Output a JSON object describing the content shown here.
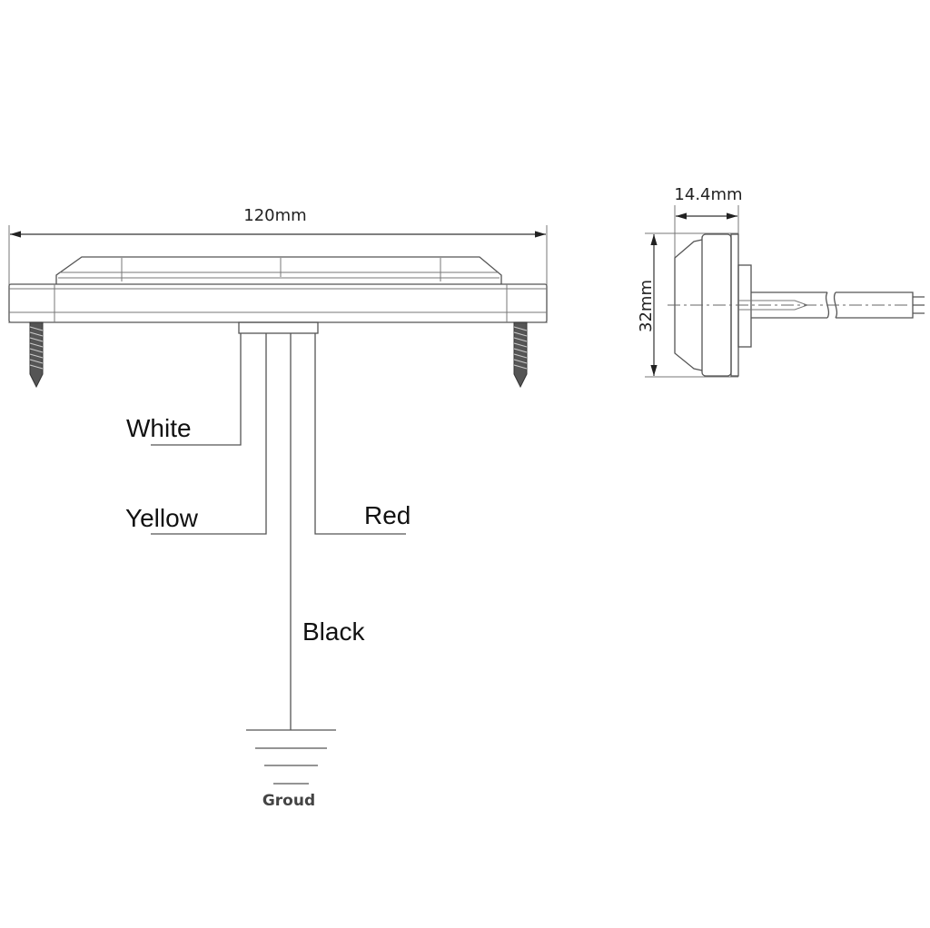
{
  "front_view": {
    "width_dimension": "120mm",
    "wires": {
      "white": "White",
      "yellow": "Yellow",
      "red": "Red",
      "black": "Black"
    },
    "ground_label": "Groud"
  },
  "side_view": {
    "depth_dimension": "14.4mm",
    "height_dimension": "32mm"
  }
}
